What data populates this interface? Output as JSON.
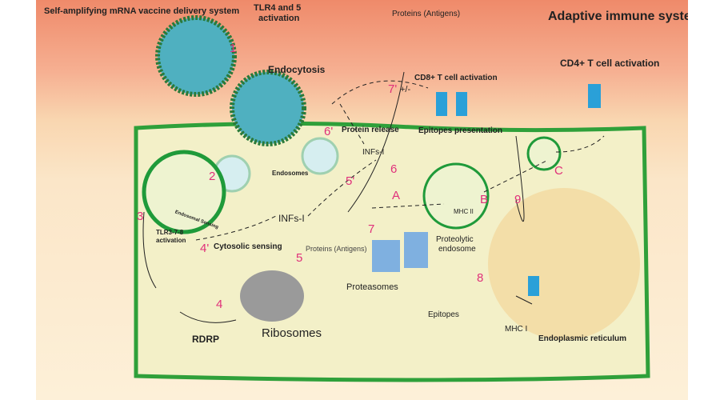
{
  "title": "Self-amplifying  mRNA vaccine delivery system",
  "labels": {
    "tlr45": "TLR4 and 5",
    "tlr45b": "activation",
    "proteins_top": "Proteins (Antigens)",
    "adaptive": "Adaptive immune system",
    "endocytosis": "Endocytosis",
    "cd4": "CD4+ T cell activation",
    "cd8": "CD8+ T cell activation",
    "plusminus": "+/-",
    "protein_release": "Protein release",
    "epitopes_presentation": "Epitopes presentation",
    "infs1": "INFs-I",
    "endosomes": "Endosomes",
    "infs2": "INFs-I",
    "endosomal_sensing": "Endosomal Sensing",
    "tlr378": "TLR3-7-8",
    "tlr378b": "activation",
    "cytosolic": "Cytosolic sensing",
    "proteins_mid": "Proteins (Antigens)",
    "mhc2": "MHC II",
    "proteolytic": "Proteolytic",
    "proteolytic_b": "endosome",
    "proteasomes": "Proteasomes",
    "epitopes": "Epitopes",
    "mhc1": "MHC I",
    "er": "Endoplasmic reticulum",
    "rdrp": "RDRP",
    "ribosomes": "Ribosomes"
  },
  "steps": {
    "s1": "1",
    "s2": "2",
    "s3": "3",
    "s4": "4",
    "s4p": "4'",
    "s5": "5",
    "s5p": "5'",
    "s6": "6",
    "s6p": "6'",
    "s7": "7",
    "s7p": "7'",
    "s8": "8",
    "s9": "9",
    "A": "A",
    "B": "B",
    "C": "C"
  }
}
